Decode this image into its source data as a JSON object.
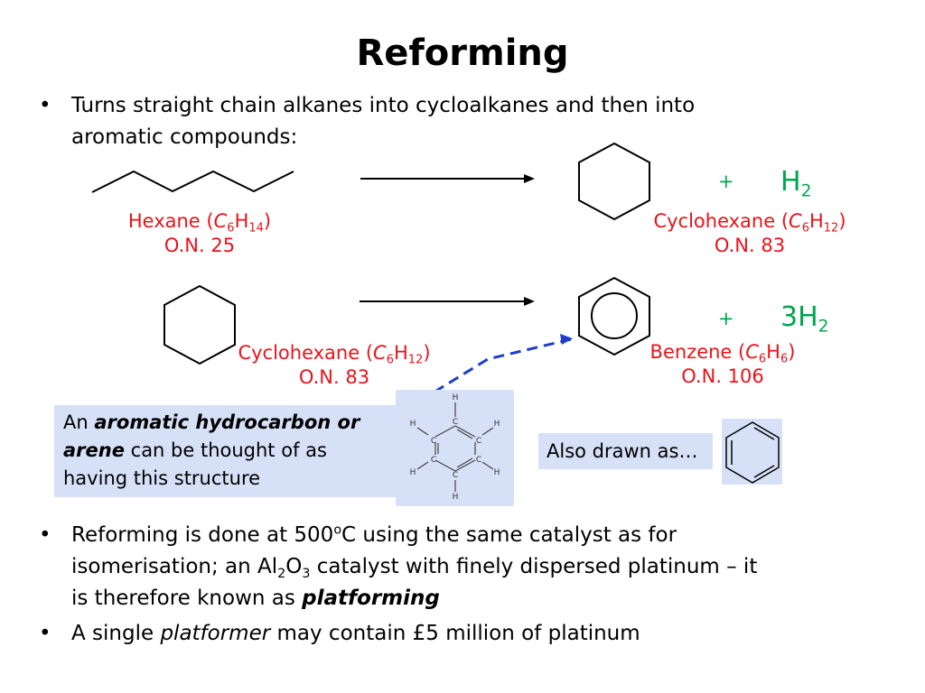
{
  "title": "Reforming",
  "bullet1": {
    "symbol": "•",
    "line1": "Turns straight chain alkanes into cycloalkanes and then into",
    "line2": "aromatic compounds:"
  },
  "reaction1": {
    "reactant": {
      "name": "Hexane (",
      "c": "C",
      "c_sub": "6",
      "h": "H",
      "h_sub": "14",
      "close": ")",
      "on": "O.N. 25"
    },
    "product": {
      "name": "Cyclohexane (",
      "c": "C",
      "c_sub": "6",
      "h": "H",
      "h_sub": "12",
      "close": ")",
      "on": "O.N. 83"
    },
    "plus": "+",
    "byproduct": {
      "h": "H",
      "sub": "2"
    }
  },
  "reaction2": {
    "reactant": {
      "name": "Cyclohexane (",
      "c": "C",
      "c_sub": "6",
      "h": "H",
      "h_sub": "12",
      "close": ")",
      "on": "O.N. 83"
    },
    "product": {
      "name": "Benzene (",
      "c": "C",
      "c_sub": "6",
      "h": "H",
      "h_sub": "6",
      "close": ")",
      "on": "O.N. 106"
    },
    "plus": "+",
    "byproduct": {
      "h": "3H",
      "sub": "2"
    }
  },
  "arene_box": {
    "prefix": "An ",
    "bold1": "aromatic hydrocarbon or",
    "bold2": "arene",
    "rest2": " can be thought of as",
    "line3": "having this structure"
  },
  "kekule_atoms": {
    "c": "C",
    "h": "H"
  },
  "also_drawn": "Also drawn as…",
  "bullet2": {
    "symbol": "•",
    "line1_a": "Reforming is done at 500",
    "deg": "o",
    "line1_b": "C using the same catalyst as for",
    "line2_a": "isomerisation;  an Al",
    "al_sub": "2",
    "line2_o": "O",
    "o_sub": "3",
    "line2_b": " catalyst with finely dispersed platinum – it",
    "line3_a": "is therefore known as ",
    "line3_bold": "platforming"
  },
  "bullet3": {
    "symbol": "•",
    "text_a": "A single ",
    "italic": "platformer",
    "text_b": " may contain £5 million of platinum"
  },
  "colors": {
    "label_red": "#e8141b",
    "hydrogen_green": "#00a64f",
    "box_blue": "#d6e0f7",
    "arrow_blue": "#1f3ec9"
  }
}
